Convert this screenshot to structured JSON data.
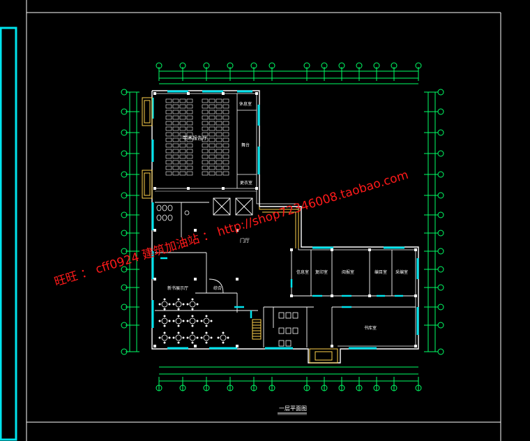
{
  "rooms": {
    "lecture_hall": "学术报告厅",
    "rest_room": "休息室",
    "stage": "舞台",
    "dressing_room": "更衣室",
    "lobby": "门厅",
    "exhibit_hall": "新书展示厅",
    "service": "综合",
    "room_1": "信息室",
    "room_2": "复印室",
    "room_3": "阅报室",
    "room_4": "编目室",
    "room_5": "采编室",
    "library_room": "书库室"
  },
  "title": "一层平面图",
  "watermark": "旺旺 ： cff0924  建筑加油站 ： http://shop72346008.taobao.com",
  "colors": {
    "background": "#000000",
    "frame": "#00e5ee",
    "wall": "#ffffff",
    "axis": "#00ff66",
    "glazing": "#00e5ee",
    "stair": "#ffd24d",
    "watermark": "#ff1a1a"
  }
}
